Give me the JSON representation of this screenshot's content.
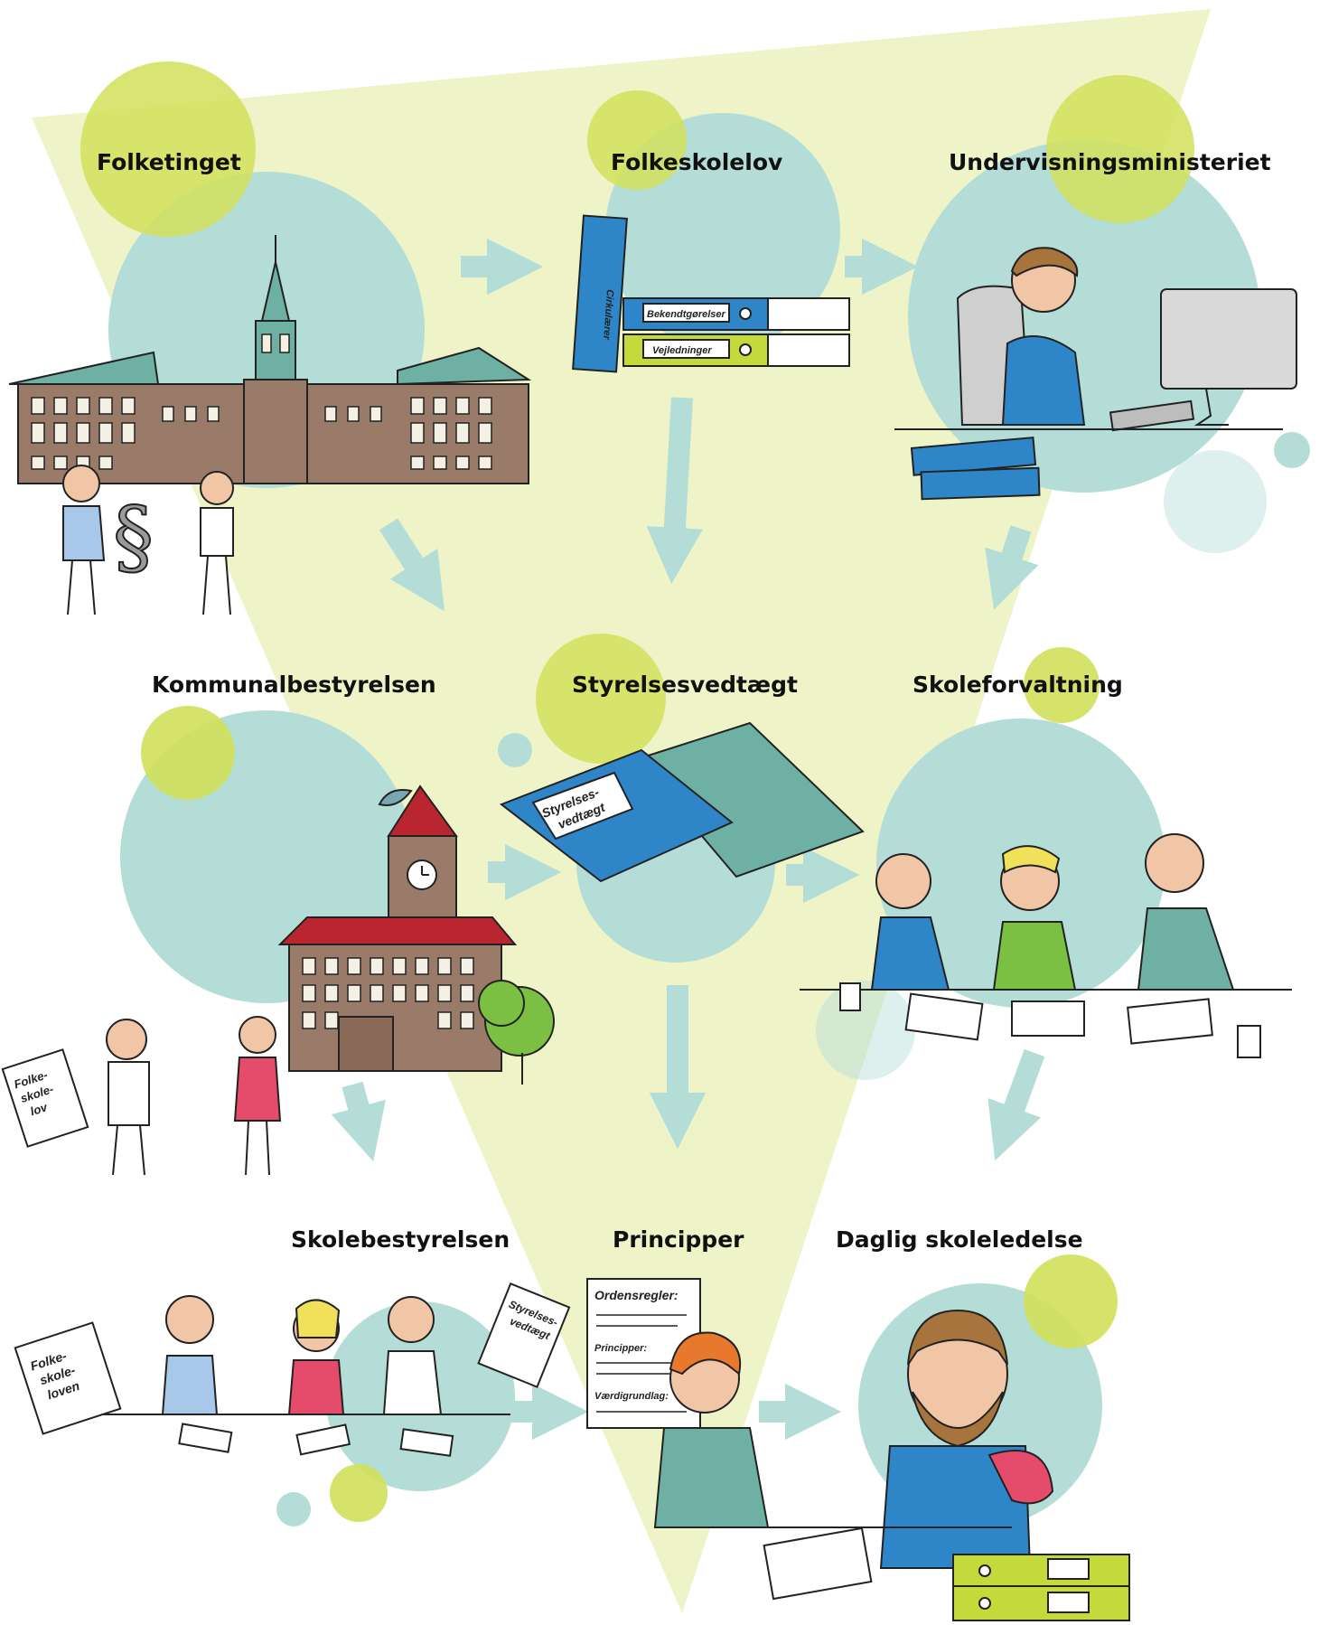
{
  "colors": {
    "triangle": "#eef3c8",
    "teal_circle": "#b3ddd6",
    "lime_circle": "#d2e05a",
    "arrow": "#b3ddd6",
    "building": "#9a7a68",
    "roof": "#6fb0a4",
    "blue_binder": "#2e86c8",
    "lime_binder": "#c4d93a"
  },
  "nodes": {
    "folketinget": "Folketinget",
    "folkeskolelov": "Folkeskolelov",
    "undervisningsministeriet": "Undervisningsministeriet",
    "kommunalbestyrelsen": "Kommunalbestyrelsen",
    "styrelsesvedtaegt": "Styrelsesvedtægt",
    "skoleforvaltning": "Skoleforvaltning",
    "skolebestyrelsen": "Skolebestyrelsen",
    "principper": "Principper",
    "daglig_skoleledelse": "Daglig skoleledelse"
  },
  "illustration_text": {
    "binder_cirkulaerer": "Cirkulærer",
    "binder_bekendtgoerelser": "Bekendtgørelser",
    "binder_vejledninger": "Vejledninger",
    "book_styrelses": "Styrelses-",
    "book_vedtaegt": "vedtægt",
    "paper_folke": "Folke-",
    "paper_skole": "skole-",
    "paper_lov": "lov",
    "paper_loven": "loven",
    "poster_ordensregler": "Ordensregler:",
    "poster_principper": "Principper:",
    "poster_vaerdigrundlag": "Værdigrundlag:",
    "paragraph_sign": "§"
  }
}
